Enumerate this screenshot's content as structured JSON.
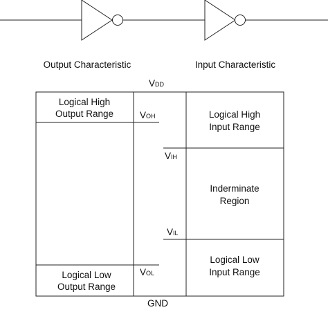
{
  "headings": {
    "output": "Output Characteristic",
    "input": "Input Characteristic"
  },
  "rails": {
    "vdd_main": "V",
    "vdd_sub": "DD",
    "gnd": "GND"
  },
  "output_column": {
    "high_line1": "Logical  High",
    "high_line2": "Output Range",
    "low_line1": "Logical  Low",
    "low_line2": "Output Range"
  },
  "input_column": {
    "high_line1": "Logical  High",
    "high_line2": "Input Range",
    "mid_line1": "Inderminate",
    "mid_line2": "Region",
    "low_line1": "Logical  Low",
    "low_line2": "Input Range"
  },
  "thresholds": {
    "voh_main": "V",
    "voh_sub": "OH",
    "vol_main": "V",
    "vol_sub": "OL",
    "vih_main": "V",
    "vih_sub": "IH",
    "vil_main": "V",
    "vil_sub": "IL"
  },
  "colors": {
    "stroke": "#111111",
    "background": "#ffffff"
  }
}
